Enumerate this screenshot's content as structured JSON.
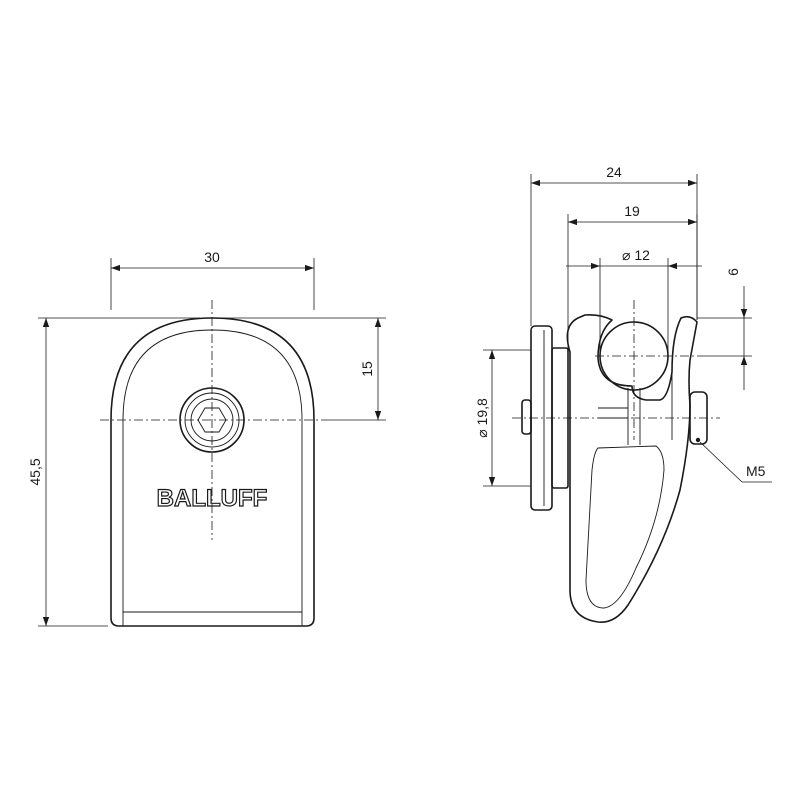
{
  "front_view": {
    "logo_text": "BALLUFF",
    "dimensions": {
      "width": "30",
      "height": "45,5",
      "hole_offset": "15"
    }
  },
  "side_view": {
    "dimensions": {
      "overall_width": "24",
      "clip_width": "19",
      "ball_diameter": "⌀ 12",
      "ball_offset": "6",
      "flange_diameter": "⌀ 19,8",
      "thread": "M5"
    }
  }
}
